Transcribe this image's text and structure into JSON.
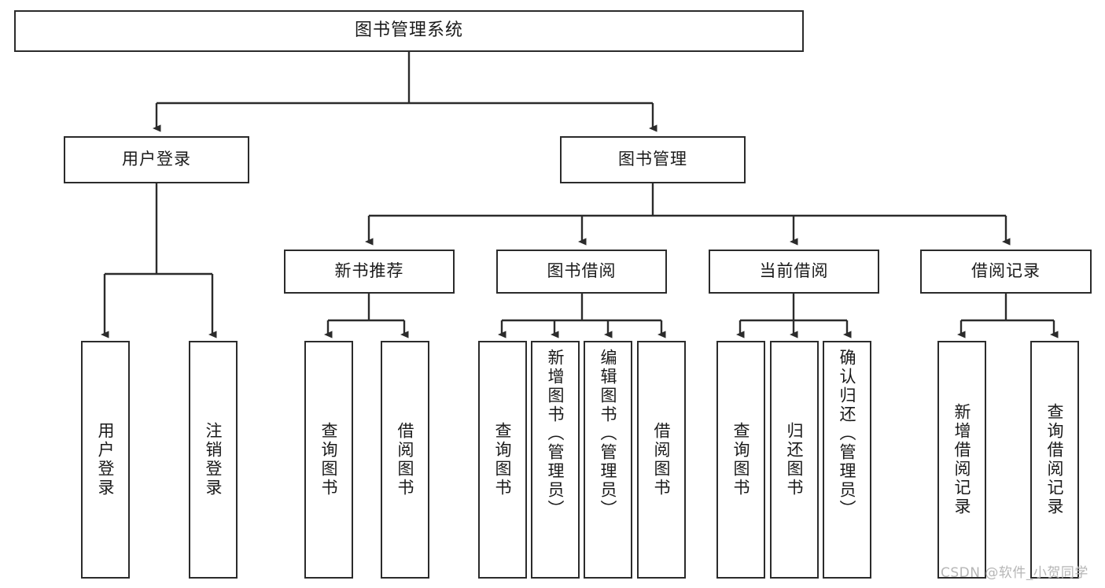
{
  "diagram": {
    "type": "tree",
    "title": "图书管理系统",
    "orientation": "top-down",
    "colors": {
      "stroke": "#2b2b2b",
      "fill": "#ffffff",
      "text": "#1a1a1a",
      "watermark": "#b6b6b6"
    },
    "root": {
      "label": "图书管理系统"
    },
    "level2": [
      {
        "label": "用户登录"
      },
      {
        "label": "图书管理"
      }
    ],
    "level3": [
      {
        "label": "新书推荐"
      },
      {
        "label": "图书借阅"
      },
      {
        "label": "当前借阅"
      },
      {
        "label": "借阅记录"
      }
    ],
    "leaves": {
      "user_login": [
        {
          "label": "用户登录"
        },
        {
          "label": "注销登录"
        }
      ],
      "new_book_recommend": [
        {
          "label": "查询图书"
        },
        {
          "label": "借阅图书"
        }
      ],
      "book_borrow": [
        {
          "label": "查询图书"
        },
        {
          "label": "新增图书（管理员）"
        },
        {
          "label": "编辑图书（管理员）"
        },
        {
          "label": "借阅图书"
        }
      ],
      "current_borrow": [
        {
          "label": "查询图书"
        },
        {
          "label": "归还图书"
        },
        {
          "label": "确认归还（管理员）"
        }
      ],
      "borrow_record": [
        {
          "label": "新增借阅记录"
        },
        {
          "label": "查询借阅记录"
        }
      ]
    },
    "watermark": "CSDN @软件_小贺同学"
  }
}
